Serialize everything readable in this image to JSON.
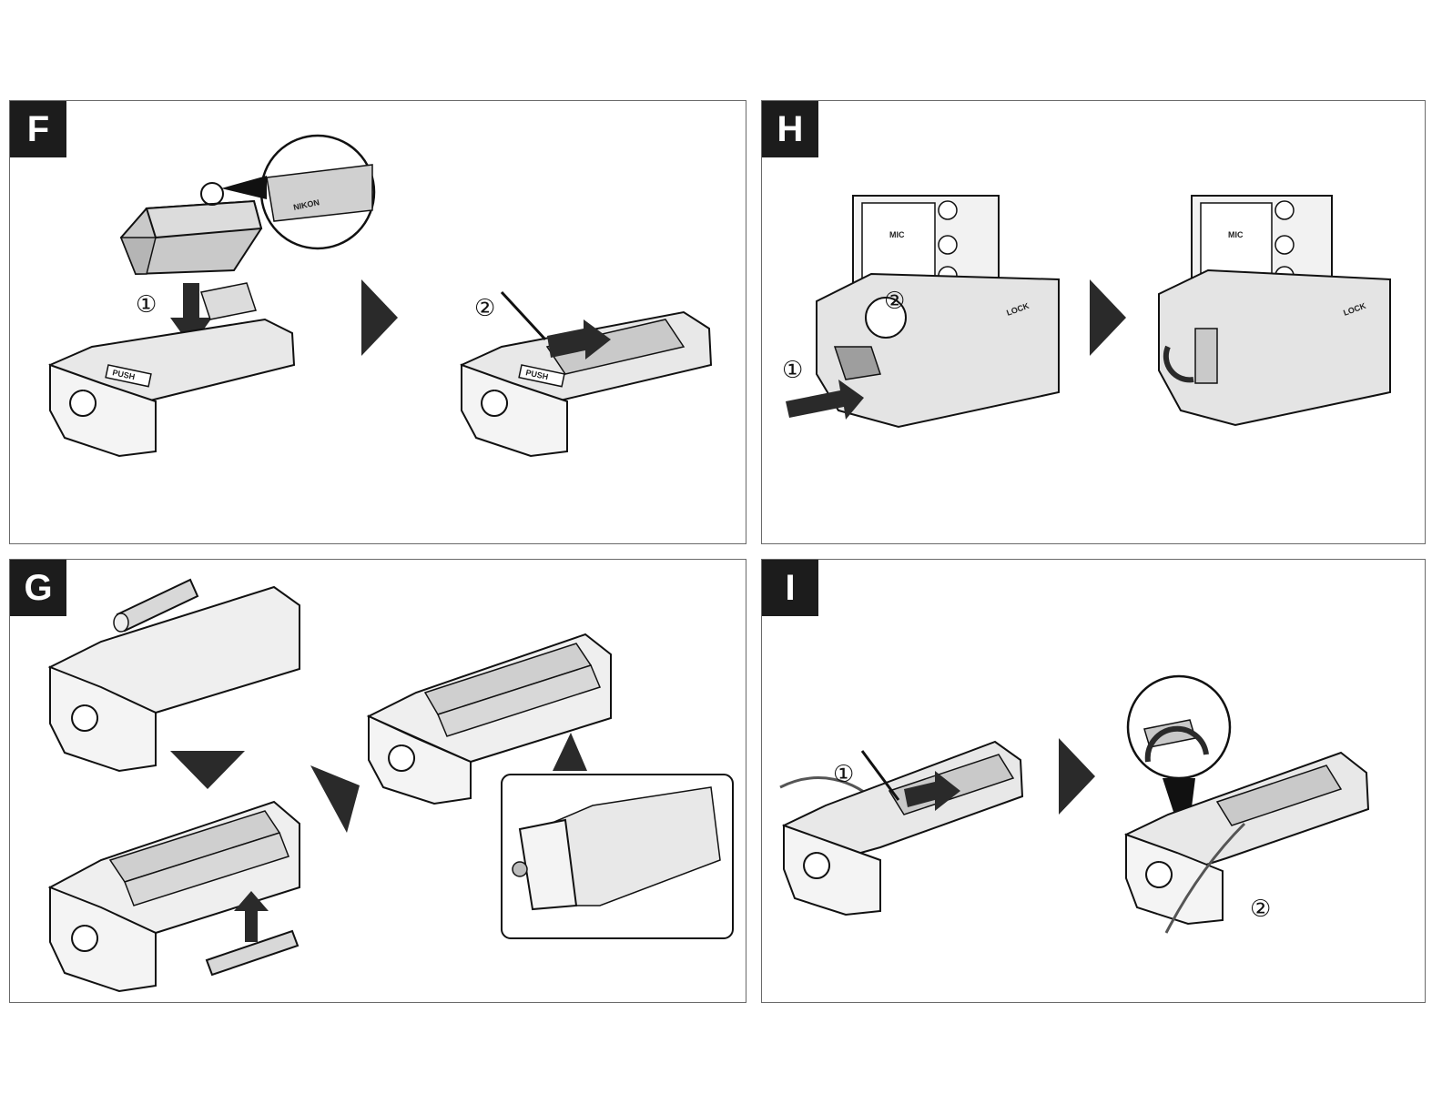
{
  "panels": {
    "F": {
      "tag": "F",
      "step1": "①",
      "step2": "②",
      "push1": "PUSH",
      "push2": "PUSH",
      "battery_brand": "NIKON"
    },
    "H": {
      "tag": "H",
      "step1": "①",
      "step2": "②",
      "mic1": "MIC",
      "mic2": "MIC",
      "lock1": "LOCK",
      "lock2": "LOCK"
    },
    "G": {
      "tag": "G"
    },
    "I": {
      "tag": "I",
      "step1": "①",
      "step2": "②"
    }
  },
  "colors": {
    "frame": "#6a6a6a",
    "tag_bg": "#1c1c1c",
    "arrow": "#2a2a2a",
    "shade": "#c9c9c9",
    "ink": "#111111"
  }
}
